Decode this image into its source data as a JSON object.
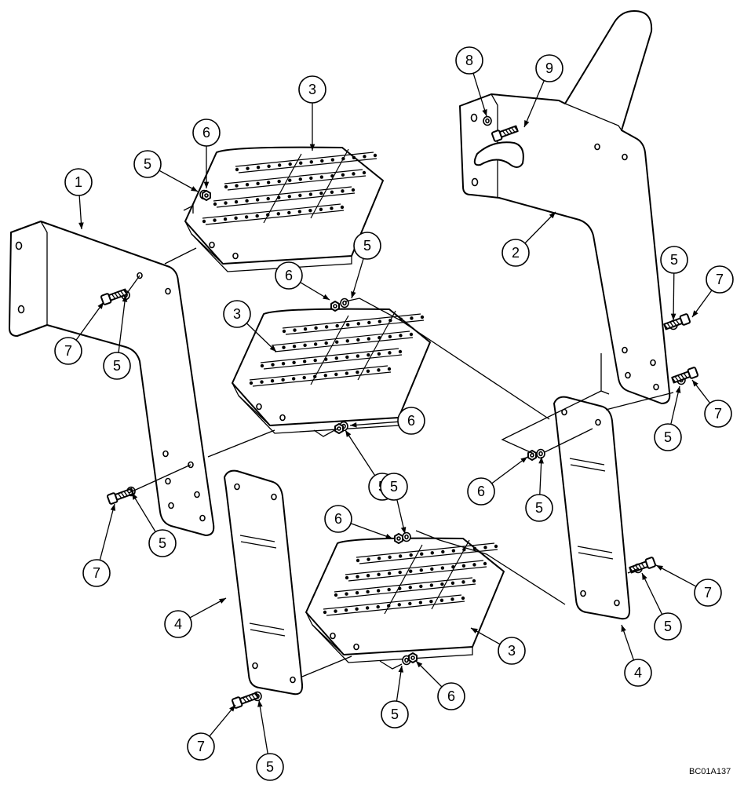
{
  "diagram_code": "BC01A137",
  "callouts": [
    {
      "id": "c1",
      "label": "1"
    },
    {
      "id": "c2",
      "label": "2"
    },
    {
      "id": "c3a",
      "label": "3"
    },
    {
      "id": "c3b",
      "label": "3"
    },
    {
      "id": "c3c",
      "label": "3"
    },
    {
      "id": "c4a",
      "label": "4"
    },
    {
      "id": "c4b",
      "label": "4"
    },
    {
      "id": "c5a",
      "label": "5"
    },
    {
      "id": "c5b",
      "label": "5"
    },
    {
      "id": "c5c",
      "label": "5"
    },
    {
      "id": "c5d",
      "label": "5"
    },
    {
      "id": "c5e",
      "label": "5"
    },
    {
      "id": "c5f",
      "label": "5"
    },
    {
      "id": "c5g",
      "label": "5"
    },
    {
      "id": "c5h",
      "label": "5"
    },
    {
      "id": "c5i",
      "label": "5"
    },
    {
      "id": "c5j",
      "label": "5"
    },
    {
      "id": "c5k",
      "label": "5"
    },
    {
      "id": "c5l",
      "label": "5"
    },
    {
      "id": "c6a",
      "label": "6"
    },
    {
      "id": "c6b",
      "label": "6"
    },
    {
      "id": "c6c",
      "label": "6"
    },
    {
      "id": "c6d",
      "label": "6"
    },
    {
      "id": "c6e",
      "label": "6"
    },
    {
      "id": "c6f",
      "label": "6"
    },
    {
      "id": "c7a",
      "label": "7"
    },
    {
      "id": "c7b",
      "label": "7"
    },
    {
      "id": "c7c",
      "label": "7"
    },
    {
      "id": "c7d",
      "label": "7"
    },
    {
      "id": "c7e",
      "label": "7"
    },
    {
      "id": "c7f",
      "label": "7"
    },
    {
      "id": "c8",
      "label": "8"
    },
    {
      "id": "c9",
      "label": "9"
    }
  ]
}
